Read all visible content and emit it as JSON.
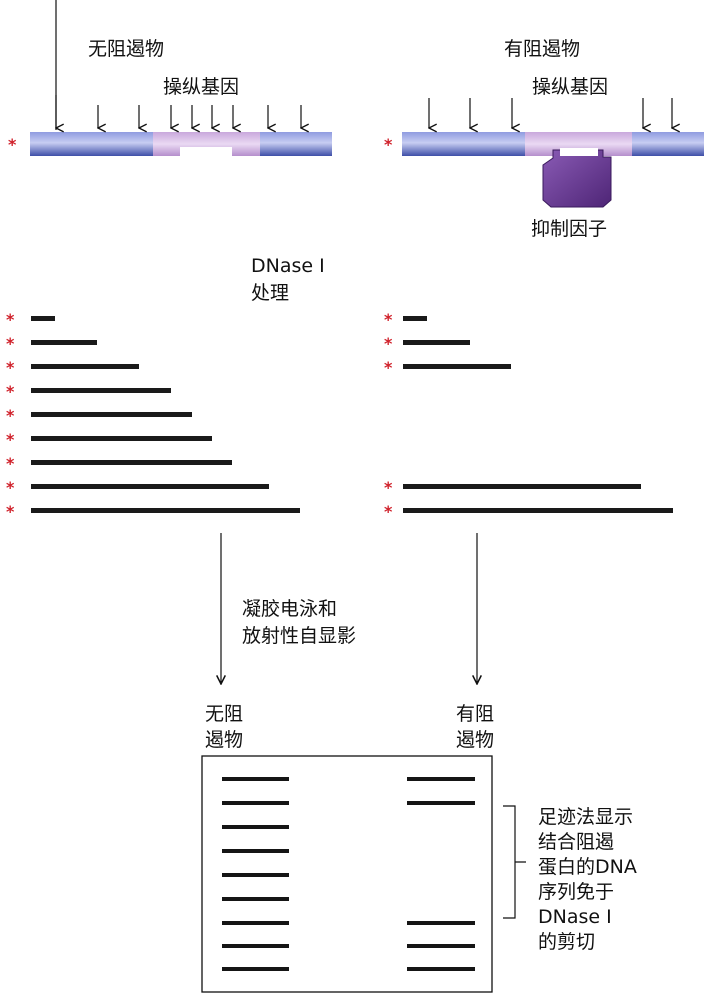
{
  "left_panel": {
    "title": "无阻遏物",
    "operator_label": "操纵基因"
  },
  "right_panel": {
    "title": "有阻遏物",
    "operator_label": "操纵基因",
    "repressor_label": "抑制因子"
  },
  "treatment": {
    "line1": "DNase I",
    "line2": "处理"
  },
  "marker_symbol": "*",
  "process": {
    "line1": "凝胶电泳和",
    "line2": "放射性自显影"
  },
  "gel": {
    "lane_left_line1": "无阻",
    "lane_left_line2": "遏物",
    "lane_right_line1": "有阻",
    "lane_right_line2": "遏物"
  },
  "annotation": [
    "足迹法显示",
    "结合阻遏",
    "蛋白的DNA",
    "序列免于",
    "DNase I",
    "的剪切"
  ],
  "colors": {
    "dna": "#5b6bc0",
    "operator": "#c9a8dc",
    "repressor": "#6b3a96",
    "marker": "#d0202a"
  }
}
